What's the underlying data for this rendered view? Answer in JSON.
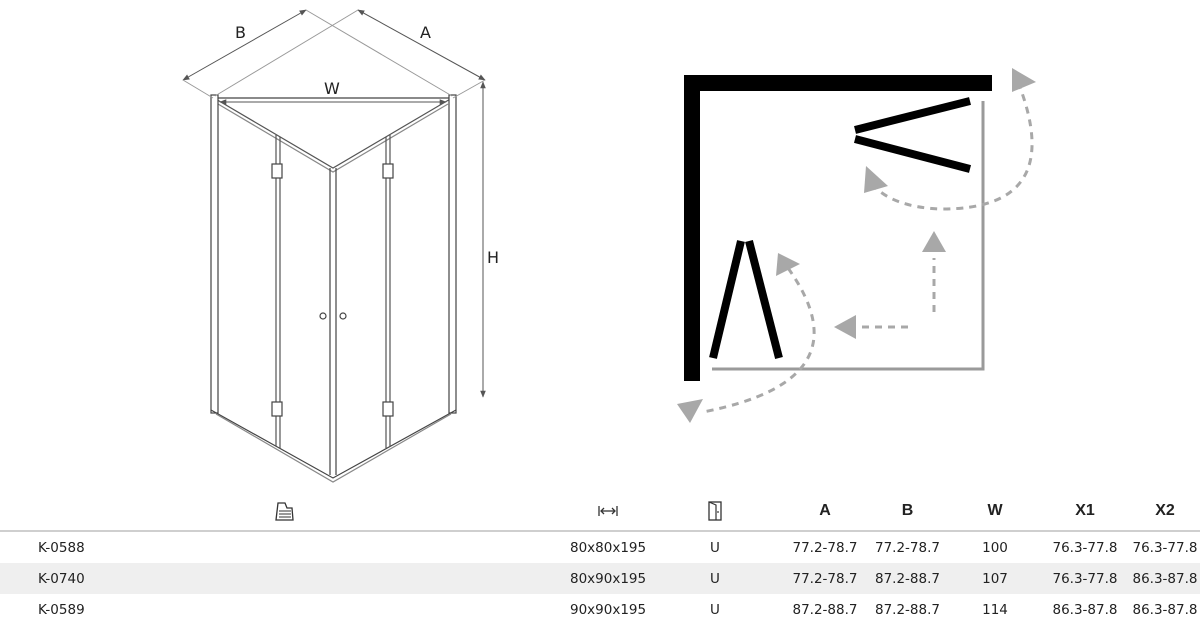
{
  "diagram": {
    "labels": {
      "a": "A",
      "b": "B",
      "w": "W",
      "h": "H"
    }
  },
  "table": {
    "headers": {
      "code_icon": "model-icon",
      "size_icon": "width-arrows-icon",
      "type_icon": "door-icon",
      "a": "A",
      "b": "B",
      "w": "W",
      "x1": "X1",
      "x2": "X2"
    },
    "rows": [
      {
        "code": "K-0588",
        "size": "80x80x195",
        "type": "U",
        "a": "77.2-78.7",
        "b": "77.2-78.7",
        "w": "100",
        "x1": "76.3-77.8",
        "x2": "76.3-77.8"
      },
      {
        "code": "K-0740",
        "size": "80x90x195",
        "type": "U",
        "a": "77.2-78.7",
        "b": "87.2-88.7",
        "w": "107",
        "x1": "76.3-77.8",
        "x2": "86.3-87.8"
      },
      {
        "code": "K-0589",
        "size": "90x90x195",
        "type": "U",
        "a": "87.2-88.7",
        "b": "87.2-88.7",
        "w": "114",
        "x1": "86.3-87.8",
        "x2": "86.3-87.8"
      }
    ]
  },
  "colors": {
    "wall": "#000000",
    "outline": "#9a9a9a",
    "arrow": "#a8a8a8",
    "row_alt": "#efefef",
    "rule": "#cfcfcf"
  }
}
